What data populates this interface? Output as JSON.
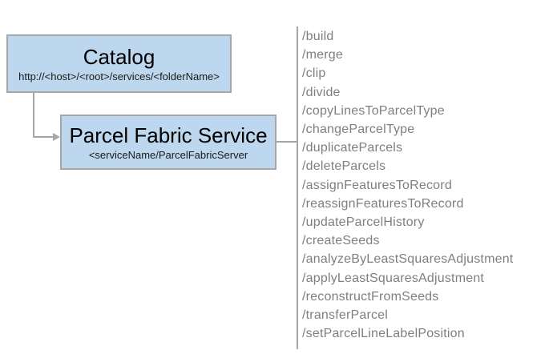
{
  "diagram": {
    "catalog": {
      "title": "Catalog",
      "subtitle": "http://<host>/<root>/services/<folderName>"
    },
    "service": {
      "title": "Parcel Fabric Service",
      "subtitle": "<serviceName/ParcelFabricServer"
    },
    "operations": [
      "/build",
      "/merge",
      "/clip",
      "/divide",
      "/copyLinesToParcelType",
      "/changeParcelType",
      "/duplicateParcels",
      "/deleteParcels",
      "/assignFeaturesToRecord",
      "/reassignFeaturesToRecord",
      "/updateParcelHistory",
      "/createSeeds",
      "/analyzeByLeastSquaresAdjustment",
      "/applyLeastSquaresAdjustment",
      "/reconstructFromSeeds",
      "/transferParcel",
      "/setParcelLineLabelPosition"
    ],
    "colors": {
      "box_fill": "#BDD7EE",
      "box_border": "#A6A6A6",
      "connector": "#A6A6A6",
      "operation_text": "#7F7F7F",
      "title_text": "#000000"
    }
  }
}
